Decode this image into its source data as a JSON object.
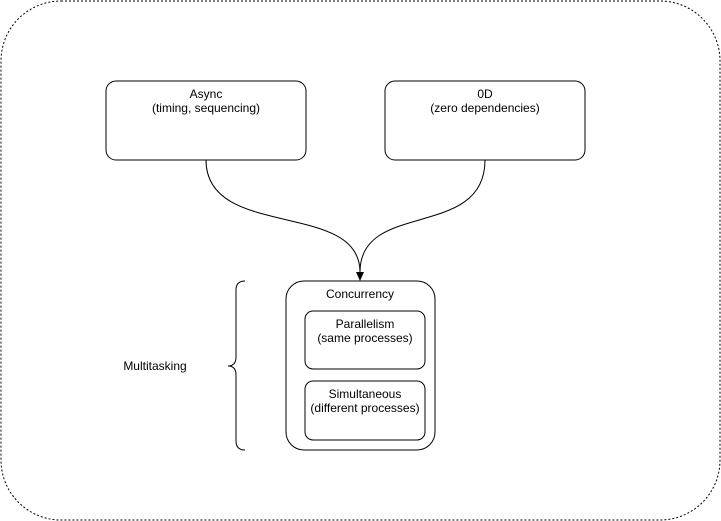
{
  "diagram": {
    "nodes": {
      "async": {
        "line1": "Async",
        "line2": "(timing, sequencing)"
      },
      "zero_d": {
        "line1": "0D",
        "line2": "(zero dependencies)"
      },
      "concurrency": {
        "label": "Concurrency"
      },
      "parallelism": {
        "line1": "Parallelism",
        "line2": "(same processes)"
      },
      "simultaneous": {
        "line1": "Simultaneous",
        "line2": "(different processes)"
      }
    },
    "brace_label": "Multitasking"
  }
}
